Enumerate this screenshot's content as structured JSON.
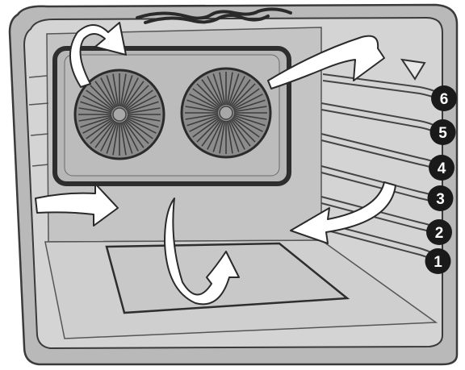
{
  "colors": {
    "oven_shell": "#b9b9b9",
    "oven_cavity": "#d0d0d0",
    "fan_panel": "#b7b7b7",
    "fan_disc": "#8c8c8c",
    "outline": "#3a3a3a",
    "level_badge": "#1a1a1a",
    "airflow_arrow": "#ffffff"
  },
  "shelf_levels": [
    {
      "label": "6"
    },
    {
      "label": "5"
    },
    {
      "label": "4"
    },
    {
      "label": "3"
    },
    {
      "label": "2"
    },
    {
      "label": "1"
    }
  ],
  "icons": {
    "fans": "twin-fan-icon",
    "airflow": "airflow-arrow-icon",
    "light": "oven-light-icon",
    "heating_element": "top-heating-element-icon"
  }
}
